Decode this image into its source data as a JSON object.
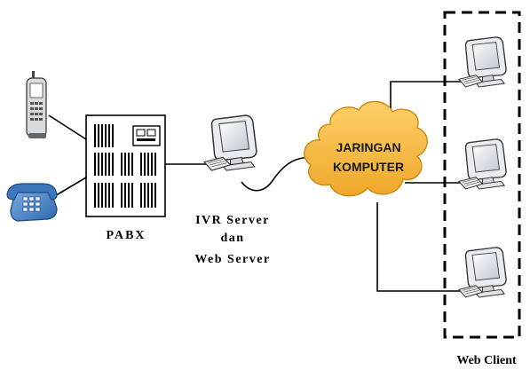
{
  "nodes": {
    "mobile_phone": {
      "icon": "mobile-phone-icon"
    },
    "desk_phone": {
      "icon": "desk-telephone-icon"
    },
    "pabx": {
      "label": "PABX",
      "icon": "pabx-cabinet-icon"
    },
    "ivr_server": {
      "label_line1": "IVR Server",
      "label_line2": "dan",
      "label_line3": "Web Server",
      "icon": "computer-icon"
    },
    "network": {
      "label_line1": "JARINGAN",
      "label_line2": "KOMPUTER",
      "icon": "cloud-icon"
    },
    "web_client": {
      "label": "Web Client",
      "clients": [
        {
          "icon": "computer-icon"
        },
        {
          "icon": "computer-icon"
        },
        {
          "icon": "computer-icon"
        }
      ]
    }
  },
  "colors": {
    "cloud_fill": "#f5b93a",
    "cloud_stroke": "#c98a12",
    "desk_phone_body": "#4a84c6",
    "line": "#000000"
  }
}
